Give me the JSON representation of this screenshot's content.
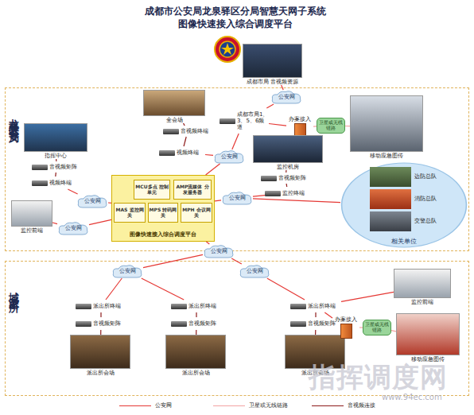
{
  "diagram": {
    "title": "成都市公安局龙泉驿区分局智慧天网子系统 图像快速接入综合调度平台",
    "nodes": [
      {
        "text": [
          "成都市局 音视频资源"
        ]
      },
      {
        "text": [
          "龙泉驿区公安局"
        ]
      },
      {
        "text": [
          "全会场"
        ],
        "in": 1
      },
      {
        "text": [
          "音视频终端"
        ],
        "in": 1
      },
      {
        "text": [
          "视频终端"
        ],
        "in": 1
      },
      {
        "text": [
          "成都市局1、3、5、6频道"
        ],
        "in": 1
      },
      {
        "text": [
          "公安网"
        ]
      },
      {
        "text": [
          "办案接入"
        ],
        "in": 1
      },
      {
        "text": [
          "卫星或无线链路"
        ],
        "in": 1
      },
      {
        "text": [
          "移动应急图传"
        ],
        "in": 1
      },
      {
        "text": [
          "指挥中心"
        ],
        "in": 1
      },
      {
        "text": [
          "音视频矩阵"
        ],
        "in": 1
      },
      {
        "text": [
          "视频终端"
        ],
        "in": 1
      },
      {
        "text": [
          "公安网"
        ],
        "in": 1
      },
      {
        "text": [
          "公安网"
        ],
        "in": 1
      },
      {
        "text": [
          "监控机房"
        ],
        "in": 1
      },
      {
        "text": [
          "音视频矩阵"
        ],
        "in": 1
      },
      {
        "text": [
          "监控终端"
        ],
        "in": 1
      },
      {
        "text": [
          "公安网"
        ],
        "in": 1
      },
      {
        "text": [
          "图像快速接入综合调度平台"
        ],
        "in": 1
      },
      {
        "text": [
          "MCU多点 控制单元"
        ],
        "in": 19
      },
      {
        "text": [
          "AMP流媒体 分发服务器"
        ],
        "in": 19
      },
      {
        "text": [
          "MAS 监控网关"
        ],
        "in": 19
      },
      {
        "text": [
          "MPS 转码网关"
        ],
        "in": 19
      },
      {
        "text": [
          "MPH 会议网关"
        ],
        "in": 19
      },
      {
        "text": [
          "监控前端"
        ],
        "in": 1
      },
      {
        "text": [
          "公安网"
        ],
        "in": 1
      },
      {
        "text": [
          "相关单位"
        ],
        "in": 1
      },
      {
        "text": [
          "边防总队"
        ],
        "in": 27
      },
      {
        "text": [
          "消防总队"
        ],
        "in": 27
      },
      {
        "text": [
          "交警总队"
        ],
        "in": 27
      },
      {
        "text": [
          "城乡派出所"
        ]
      },
      {
        "text": [
          "公安网"
        ],
        "in": 31
      },
      {
        "text": [
          "公安网"
        ]
      },
      {
        "text": [
          "公安网"
        ],
        "in": 31
      },
      {
        "text": [
          "派出所终端"
        ],
        "in": 31
      },
      {
        "text": [
          "派出所终端"
        ],
        "in": 31
      },
      {
        "text": [
          "派出所终端"
        ],
        "in": 31
      },
      {
        "text": [
          "音视频矩阵"
        ],
        "in": 31
      },
      {
        "text": [
          "音视频矩阵"
        ],
        "in": 31
      },
      {
        "text": [
          "音视频矩阵"
        ],
        "in": 31
      },
      {
        "text": [
          "派出所会场"
        ],
        "in": 31
      },
      {
        "text": [
          "派出所会场"
        ],
        "in": 31
      },
      {
        "text": [
          "派出所会场"
        ],
        "in": 31
      },
      {
        "text": [
          "监控前端"
        ],
        "in": 31
      },
      {
        "text": [
          "办案接入"
        ],
        "in": 31
      },
      {
        "text": [
          "卫星或无线链路"
        ],
        "in": 31
      },
      {
        "text": [
          "移动应急图传"
        ],
        "in": 31
      }
    ],
    "edges": [
      {
        "from": 6,
        "to": 0,
        "arrow": "none"
      },
      {
        "from": 6,
        "to": 5,
        "arrow": "none"
      },
      {
        "from": 2,
        "to": 3,
        "arrow": "none"
      },
      {
        "from": 3,
        "to": 4,
        "arrow": "none"
      },
      {
        "from": 4,
        "to": 14,
        "arrow": "none"
      },
      {
        "from": 5,
        "to": 14,
        "arrow": "none"
      },
      {
        "from": 5,
        "to": 7,
        "arrow": "none"
      },
      {
        "from": 7,
        "to": 8,
        "arrow": "none"
      },
      {
        "from": 8,
        "to": 9,
        "arrow": "none"
      },
      {
        "from": 10,
        "to": 11,
        "arrow": "none"
      },
      {
        "from": 11,
        "to": 12,
        "arrow": "none"
      },
      {
        "from": 12,
        "to": 13,
        "arrow": "none"
      },
      {
        "from": 13,
        "to": 19,
        "arrow": "none"
      },
      {
        "from": 14,
        "to": 19,
        "arrow": "none"
      },
      {
        "from": 15,
        "to": 16,
        "arrow": "none"
      },
      {
        "from": 16,
        "to": 17,
        "arrow": "none"
      },
      {
        "from": 17,
        "to": 18,
        "arrow": "none"
      },
      {
        "from": 18,
        "to": 19,
        "arrow": "none"
      },
      {
        "from": 18,
        "to": 27,
        "arrow": "none"
      },
      {
        "from": 25,
        "to": 26,
        "arrow": "none"
      },
      {
        "from": 26,
        "to": 19,
        "arrow": "none"
      },
      {
        "from": 19,
        "to": 33,
        "arrow": "none"
      },
      {
        "from": 33,
        "to": 32,
        "arrow": "none"
      },
      {
        "from": 33,
        "to": 34,
        "arrow": "none"
      },
      {
        "from": 32,
        "to": 35,
        "arrow": "none"
      },
      {
        "from": 32,
        "to": 36,
        "arrow": "none"
      },
      {
        "from": 34,
        "to": 37,
        "arrow": "none"
      },
      {
        "from": 35,
        "to": 38,
        "arrow": "none"
      },
      {
        "from": 36,
        "to": 39,
        "arrow": "none"
      },
      {
        "from": 37,
        "to": 40,
        "arrow": "none"
      },
      {
        "from": 38,
        "to": 41,
        "arrow": "none"
      },
      {
        "from": 39,
        "to": 42,
        "arrow": "none"
      },
      {
        "from": 40,
        "to": 43,
        "arrow": "none"
      },
      {
        "from": 37,
        "to": 45,
        "arrow": "none"
      },
      {
        "from": 45,
        "to": 46,
        "arrow": "none"
      },
      {
        "from": 46,
        "to": 47,
        "arrow": "none"
      },
      {
        "from": 44,
        "to": 37,
        "arrow": "none"
      }
    ],
    "labels": [
      "指挥调度网",
      "www.94ec.com"
    ],
    "legend": [
      {
        "text": "公安网"
      },
      {
        "text": "卫星或无线链路"
      },
      {
        "text": "音视频连接"
      }
    ]
  }
}
